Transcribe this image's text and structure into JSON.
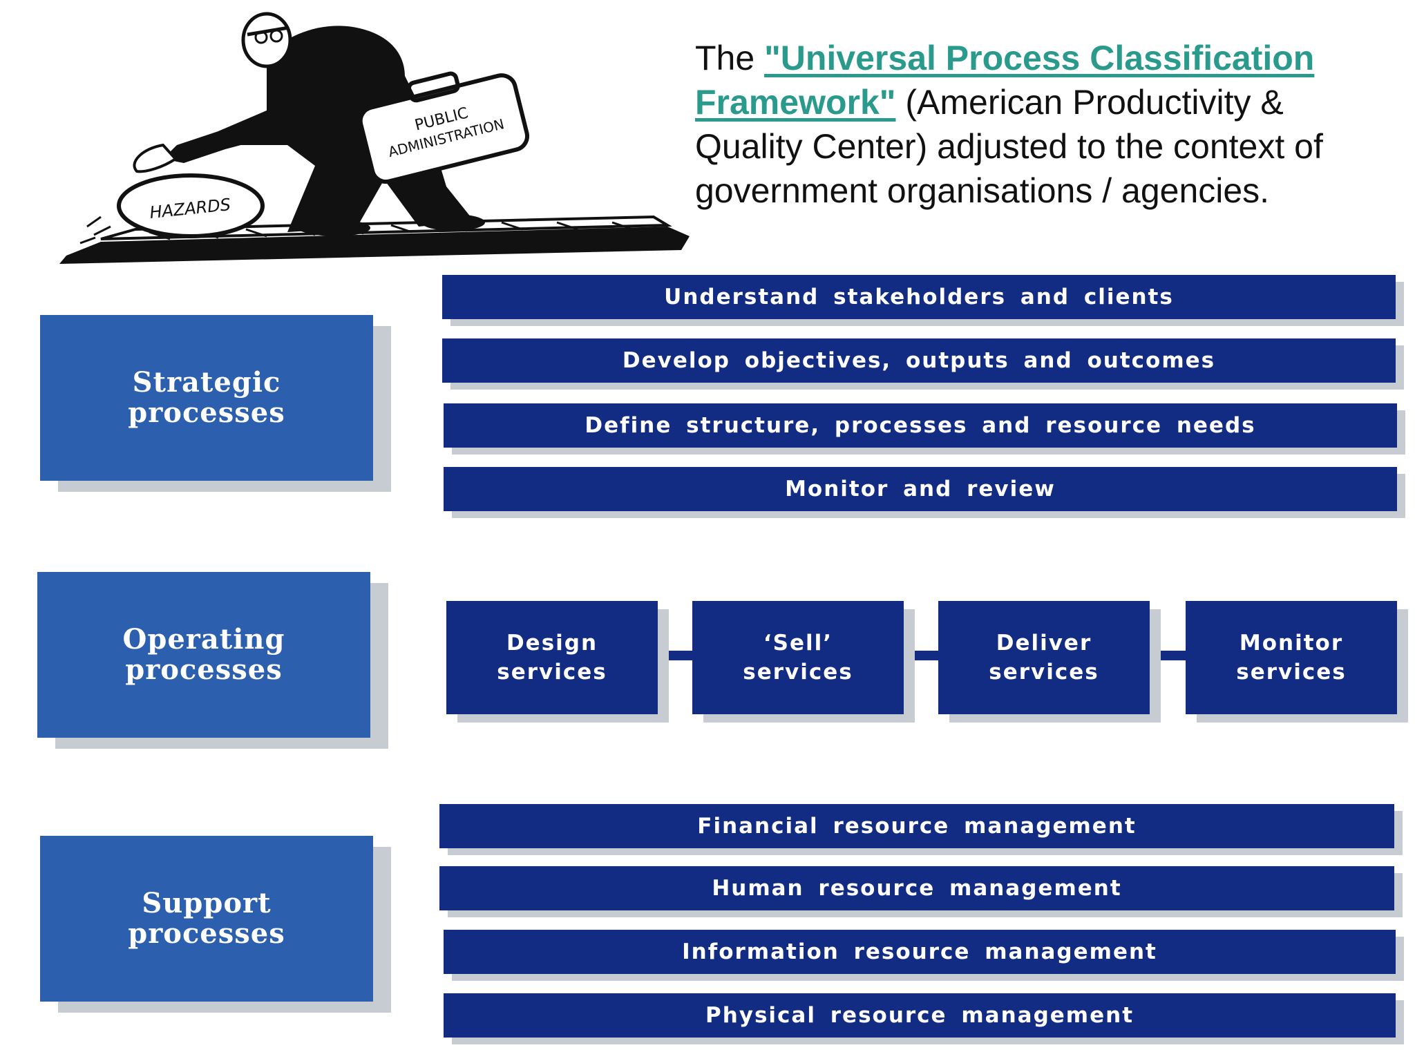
{
  "intro": {
    "prefix": "The ",
    "link_text": "\"Universal Process Classification Framework\"",
    "suffix": " (American Productivity & Quality Center) adjusted to the context of government organisations / agencies."
  },
  "cartoon": {
    "briefcase_line1": "PUBLIC",
    "briefcase_line2": "ADMINISTRATION",
    "rock_label": "HAZARDS"
  },
  "colors": {
    "category_fill": "#2c5fad",
    "bar_fill": "#132c83",
    "shadow": "#c6ccd2",
    "link": "#2a9a8c"
  },
  "categories": [
    {
      "label": "Strategic\nprocesses"
    },
    {
      "label": "Operating\nprocesses"
    },
    {
      "label": "Support\nprocesses"
    }
  ],
  "strategic_bars": [
    "Understand stakeholders and clients",
    "Develop objectives, outputs and outcomes",
    "Define structure, processes and resource needs",
    "Monitor and review"
  ],
  "operating_steps": [
    "Design\nservices",
    "‘Sell’\nservices",
    "Deliver\nservices",
    "Monitor\nservices"
  ],
  "support_bars": [
    "Financial resource management",
    "Human resource management",
    "Information resource management",
    "Physical resource management"
  ]
}
